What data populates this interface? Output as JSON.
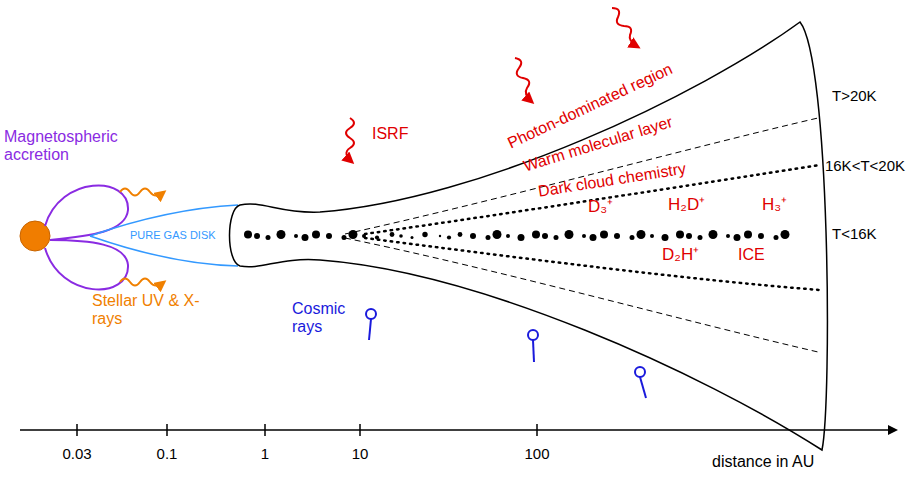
{
  "diagram": {
    "labels": [
      "Magnetospheric accretion",
      "PURE GAS DISK",
      "Stellar UV & X-rays",
      "ISRF",
      "Photon-dominated region",
      "Warm molecular layer",
      "Dark cloud chemistry",
      "D₃⁺",
      "H₂D⁺",
      "H₃⁺",
      "D₂H⁺",
      "ICE",
      "T>20K",
      "16K<T<20K",
      "T<16K",
      "Cosmic rays",
      "0.03",
      "0.1",
      "1",
      "10",
      "100",
      "distance in AU"
    ]
  }
}
